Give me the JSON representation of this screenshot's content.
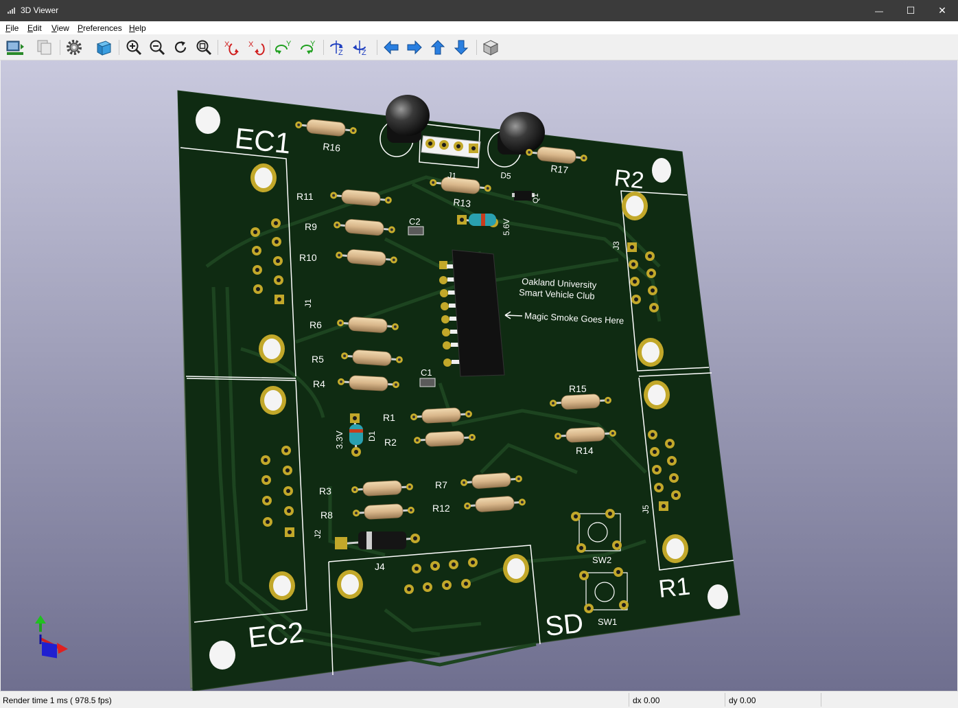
{
  "window": {
    "title": "3D Viewer",
    "controls": {
      "minimize": "—",
      "maximize": "☐",
      "close": "✕"
    }
  },
  "menu": [
    {
      "label": "File",
      "mnemonic": "F",
      "rest": "ile"
    },
    {
      "label": "Edit",
      "mnemonic": "E",
      "rest": "dit"
    },
    {
      "label": "View",
      "mnemonic": "V",
      "rest": "iew"
    },
    {
      "label": "Preferences",
      "mnemonic": "P",
      "rest": "references"
    },
    {
      "label": "Help",
      "mnemonic": "H",
      "rest": "elp"
    }
  ],
  "toolbar": {
    "rotate_labels": {
      "x": "X",
      "y": "Y",
      "z": "Z"
    }
  },
  "board": {
    "labels": {
      "ec1": "EC1",
      "ec2": "EC2",
      "r1": "R1",
      "r2": "R2",
      "sd": "SD",
      "r16": "R16",
      "r17": "R17",
      "r13": "R13",
      "r11": "R11",
      "r9": "R9",
      "r10": "R10",
      "r6": "R6",
      "r5": "R5",
      "r4": "R4",
      "r1c": "R1",
      "r2c": "R2",
      "r3": "R3",
      "r8": "R8",
      "r7": "R7",
      "r12": "R12",
      "r15": "R15",
      "r14": "R14",
      "c1": "C1",
      "c2": "C2",
      "d5": "D5",
      "j1": "J1",
      "j2": "J2",
      "j3": "J3",
      "j4": "J4",
      "j5": "J5",
      "l1": "J1",
      "q1": "Q1",
      "d1": "D1",
      "v56": "5.6V",
      "v33": "3.3V",
      "sw1": "SW1",
      "sw2": "SW2",
      "club1": "Oakland University",
      "club2": "Smart Vehicle Club",
      "smoke": "Magic Smoke Goes Here"
    },
    "colors": {
      "board": "#0d2a12",
      "copper_trace": "#1a3d1c",
      "pad": "#c2a82a",
      "silk": "#ffffff",
      "resistor": "#d2b48c",
      "background_top": "#c8c8dc",
      "background_bottom": "#6e6e8e"
    }
  },
  "status": {
    "render": "Render time 1 ms ( 978.5 fps)",
    "dx": "dx 0.00",
    "dy": "dy 0.00"
  }
}
